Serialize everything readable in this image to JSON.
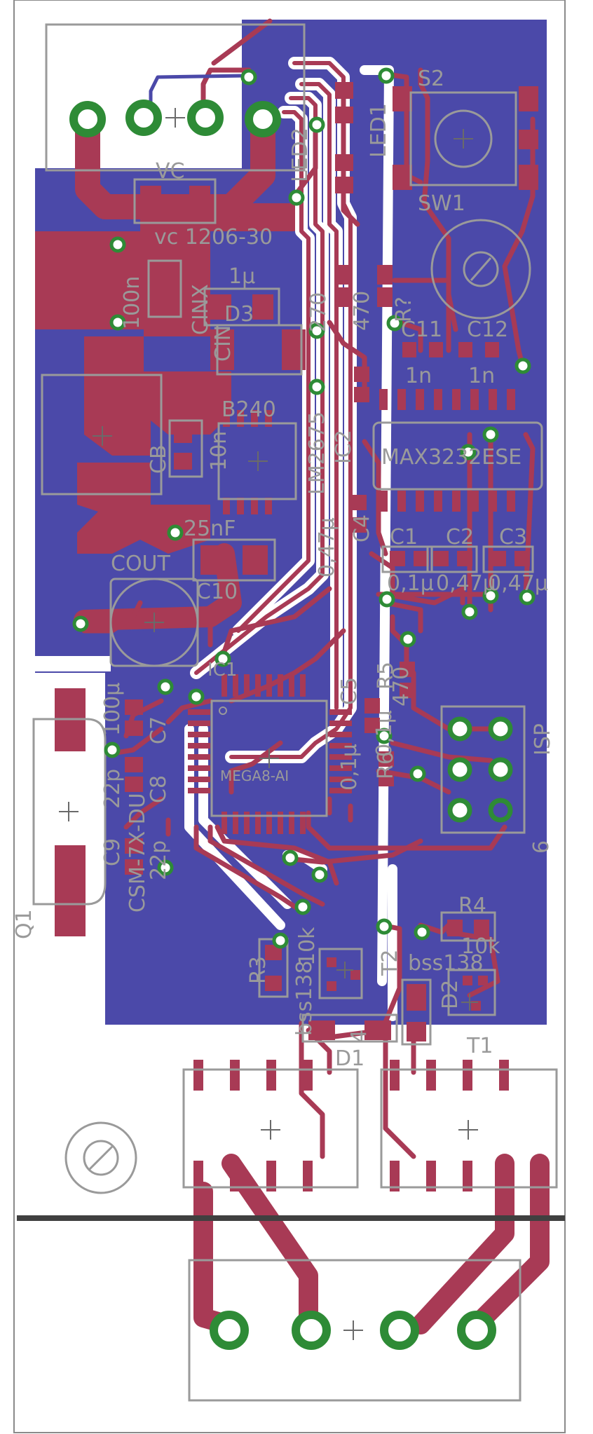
{
  "board": {
    "background": "#ffffff",
    "copper_fill_color": "#4b49a9",
    "trace_color": "#a83a55",
    "via_ring_color": "#2e8b36",
    "silkscreen_color": "#9a9a9a"
  },
  "labels": {
    "s2": "S2",
    "led1": "LED1",
    "led2": "LED2",
    "sw1": "SW1",
    "vc": "VC",
    "vc_value": "vc 1206-30",
    "c100n": "100n",
    "cinx": "CINX",
    "cinx_value": "1µ",
    "d3": "D3",
    "cin": "CIN",
    "b240": "B240",
    "r270": "270",
    "r470": "470",
    "r7": "R?",
    "c11": "C11",
    "c12": "C12",
    "c11_value": "1n",
    "c12_value": "1n",
    "cb": "CB",
    "c10n": "10n",
    "lm2675": "LM2675",
    "ic2": "IC2",
    "c4": "C4",
    "c47u": "0,47µ",
    "max3232": "MAX3232ESE",
    "c1": "C1",
    "c2": "C2",
    "c3": "C3",
    "c1_value": "0,1µ",
    "c2_value": "0,47µ",
    "c3_value": "0,47µ",
    "c25nf": "25nF",
    "cout": "COUT",
    "c10": "C10",
    "ic1": "IC1",
    "mega8": "MEGA8-AI",
    "c7": "C7",
    "c100u": "100µ",
    "q1": "Q1",
    "csm": "CSM-7X-DU",
    "c8": "C8",
    "c9": "C9",
    "c22p_a": "22p",
    "c22p_b": "22p",
    "c5": "C5",
    "c5_value": "0,1µ",
    "r5": "R5",
    "r5_value": "470",
    "r6": "R6",
    "r6_value": "0,1µ",
    "isp": "ISP",
    "isp_pin": "6",
    "r3": "R3",
    "r3_value": "10k",
    "t2": "T2",
    "bss138_a": "bss138",
    "r4": "R4",
    "r4_value": "10k",
    "bss138_b": "bss138",
    "d1": "D1",
    "d2": "D2",
    "d1_value": "4",
    "t1": "T1"
  }
}
